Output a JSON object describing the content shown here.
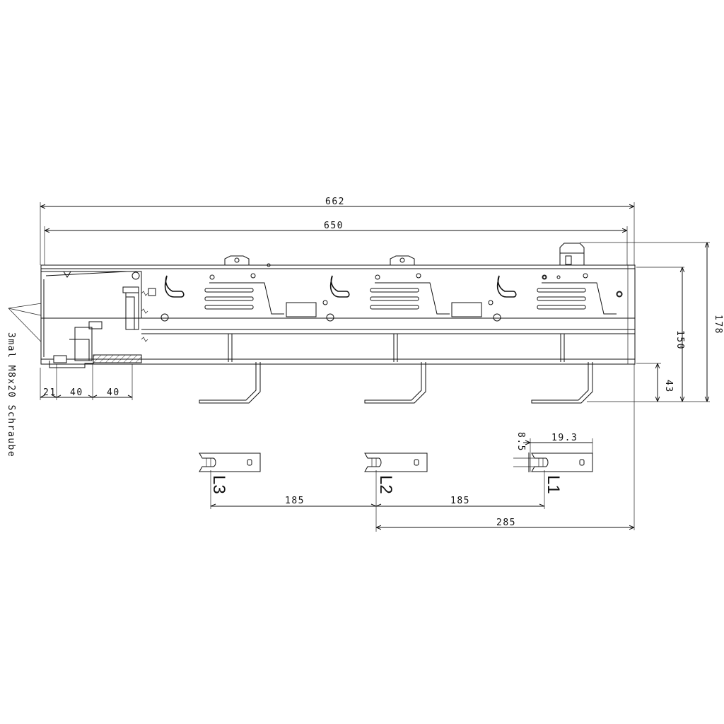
{
  "dimensions": {
    "overall_length": "662",
    "body_length": "650",
    "total_height": "178",
    "body_height": "150",
    "terminal_drop": "43",
    "offset_21": "21",
    "offset_40a": "40",
    "offset_40b": "40",
    "phase_spacing_1": "185",
    "phase_spacing_2": "185",
    "l2_offset": "285",
    "terminal_width": "19.3",
    "slot_width": "8.5"
  },
  "phases": {
    "l1": "L1",
    "l2": "L2",
    "l3": "L3"
  },
  "note": {
    "screw": "3mal  M8x20 Schraube"
  }
}
